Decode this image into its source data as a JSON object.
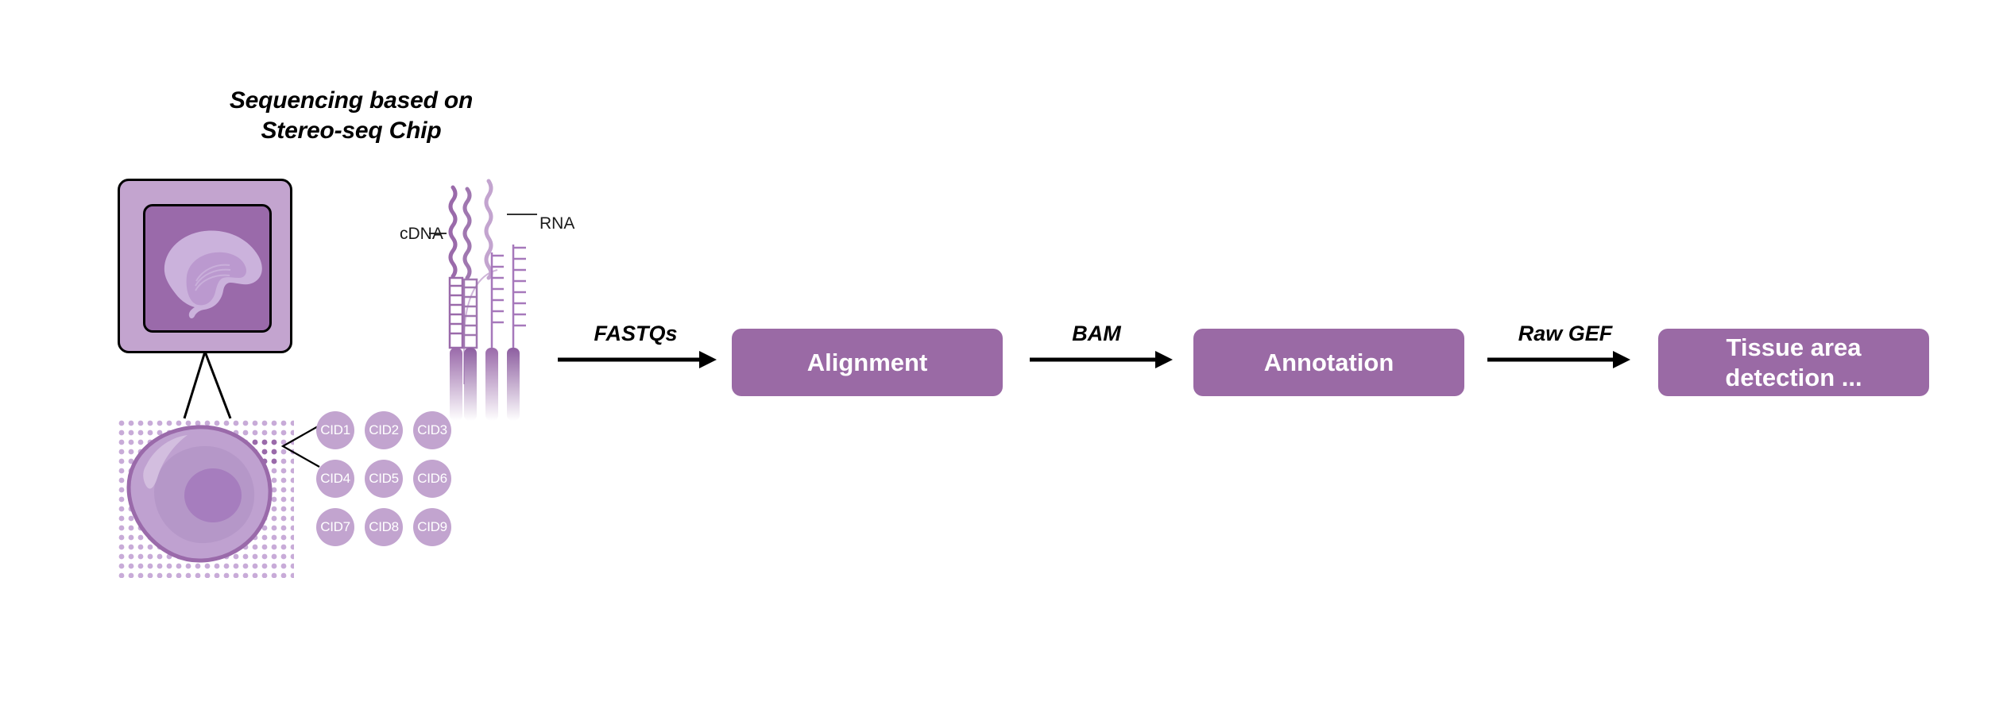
{
  "figure": {
    "section_title_line1": "Sequencing based on",
    "section_title_line2": "Stereo-seq Chip"
  },
  "colors": {
    "chip_outer": "#c3a4cf",
    "chip_inner": "#9a6aaa",
    "tissue": "#cbb2dc",
    "box_fill": "#9a6aa5",
    "box_text": "#ffffff",
    "cid_fill": "#c2a4cf",
    "dot_light": "#c8abd8",
    "dot_dark": "#9a6aaa",
    "cell_body": "#bfa1d0",
    "cell_outline": "#9a6aaa",
    "cell_nucleus": "#a57dbd",
    "arrow": "#000000",
    "strand_dark": "#9a6aaa",
    "strand_light": "#c3a4cf"
  },
  "chip": {
    "name": "Stereo-seq Chip",
    "tissue_label": "brain tissue section"
  },
  "dnb": {
    "cell_label": "cell",
    "grid_label": "DNB array",
    "highlight_label": "highlighted DNB cluster"
  },
  "cids": [
    {
      "label": "CID1"
    },
    {
      "label": "CID2"
    },
    {
      "label": "CID3"
    },
    {
      "label": "CID4"
    },
    {
      "label": "CID5"
    },
    {
      "label": "CID6"
    },
    {
      "label": "CID7"
    },
    {
      "label": "CID8"
    },
    {
      "label": "CID9"
    }
  ],
  "molecules": {
    "cdna_label": "cDNA",
    "rna_label": "RNA"
  },
  "pipeline": {
    "arrows": [
      {
        "label": "FASTQs"
      },
      {
        "label": "BAM"
      },
      {
        "label": "Raw GEF"
      }
    ],
    "steps": [
      {
        "label": "Alignment",
        "line1": "Alignment",
        "line2": ""
      },
      {
        "label": "Annotation",
        "line1": "Annotation",
        "line2": ""
      },
      {
        "label": "Tissue area detection ...",
        "line1": "Tissue area",
        "line2": "detection ..."
      }
    ]
  }
}
